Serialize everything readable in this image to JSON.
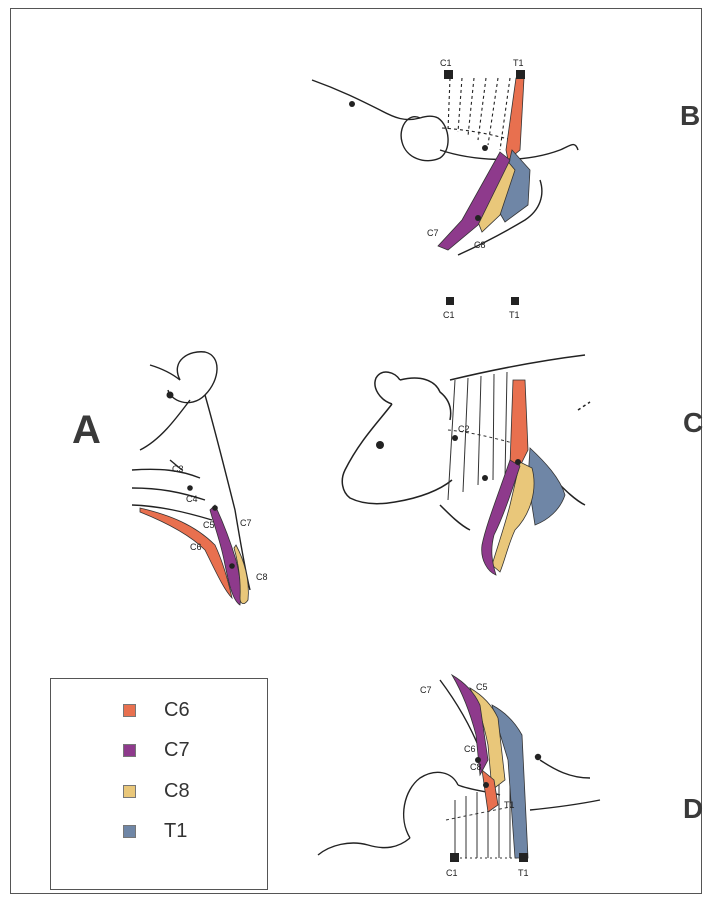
{
  "panels": {
    "a": "A",
    "b": "B",
    "c": "C",
    "d": "D"
  },
  "legend": [
    {
      "label": "C6",
      "color": "#e8704f"
    },
    {
      "label": "C7",
      "color": "#8e3a8c"
    },
    {
      "label": "C8",
      "color": "#e9c77a"
    },
    {
      "label": "T1",
      "color": "#6f86a6"
    }
  ],
  "markers": {
    "c1": "C1",
    "t1": "T1"
  },
  "labels": {
    "c2": "C2",
    "c3": "C3",
    "c4": "C4",
    "c5": "C5",
    "c6": "C6",
    "c7": "C7",
    "c8": "C8",
    "t1": "T1"
  }
}
